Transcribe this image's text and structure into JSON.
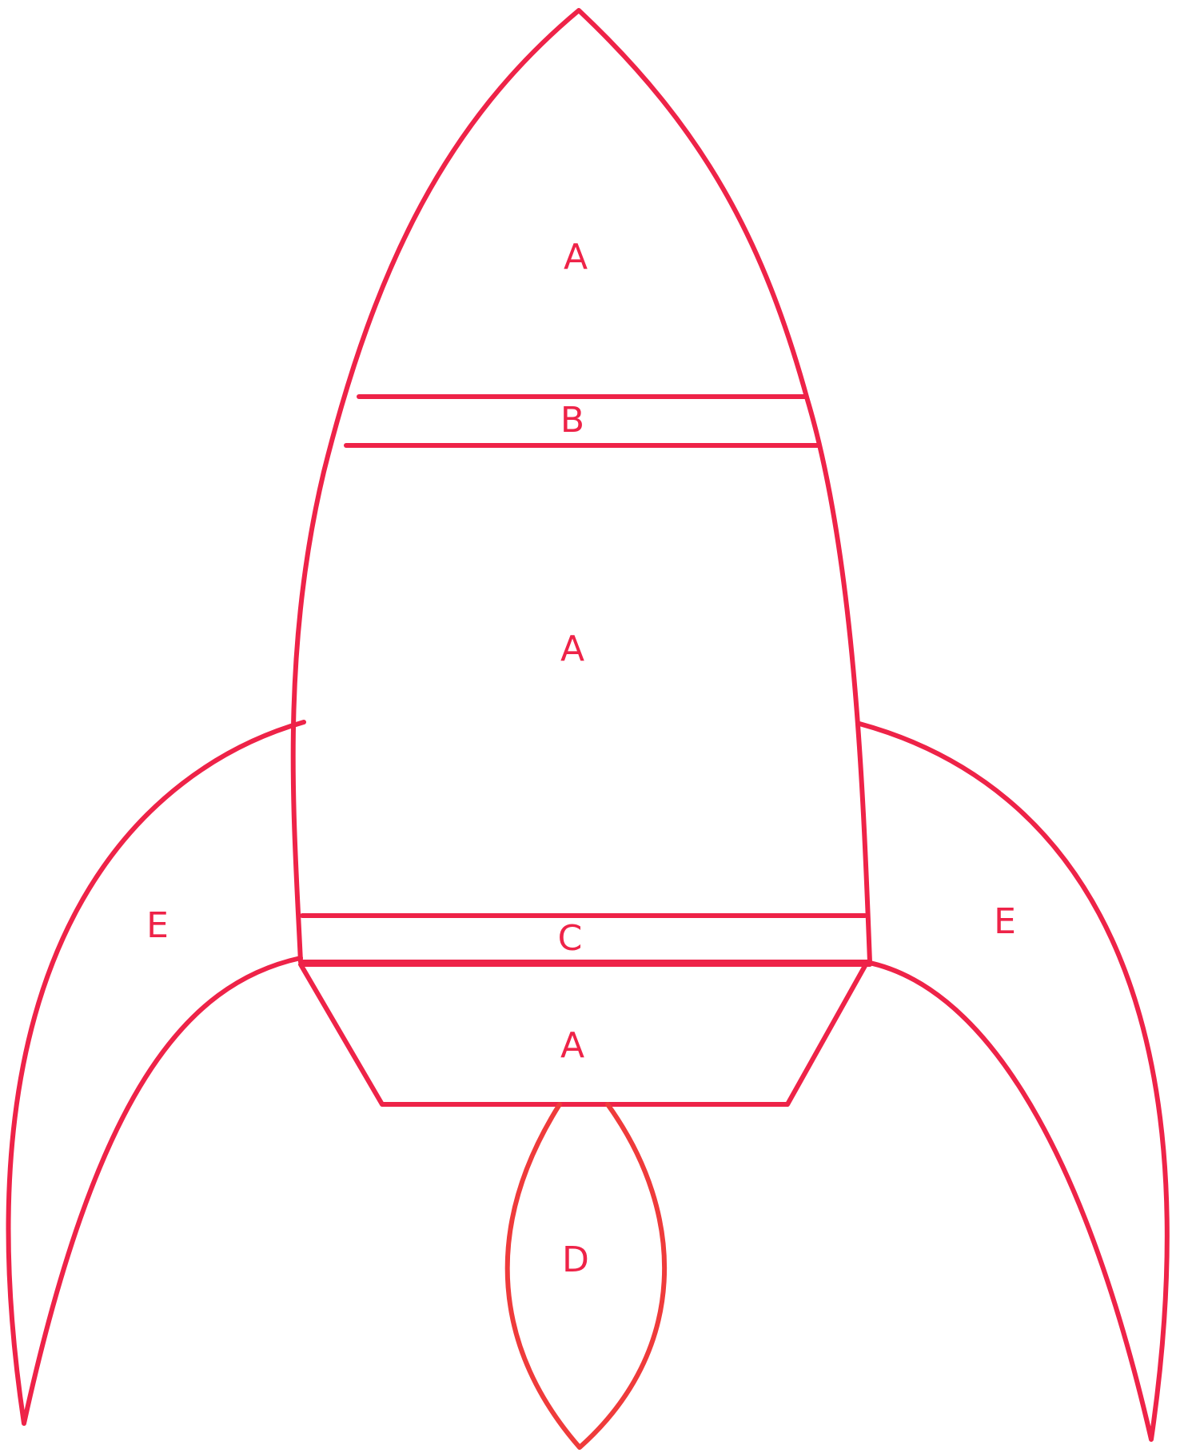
{
  "diagram": {
    "stroke_color": "#ee2348",
    "secondary_stroke_color": "#ef3b3b",
    "background": "#ffffff",
    "labels": {
      "nose": "A",
      "stripe_upper": "B",
      "body": "A",
      "stripe_lower": "C",
      "base": "A",
      "flame": "D",
      "fin_left": "E",
      "fin_right": "E"
    }
  }
}
